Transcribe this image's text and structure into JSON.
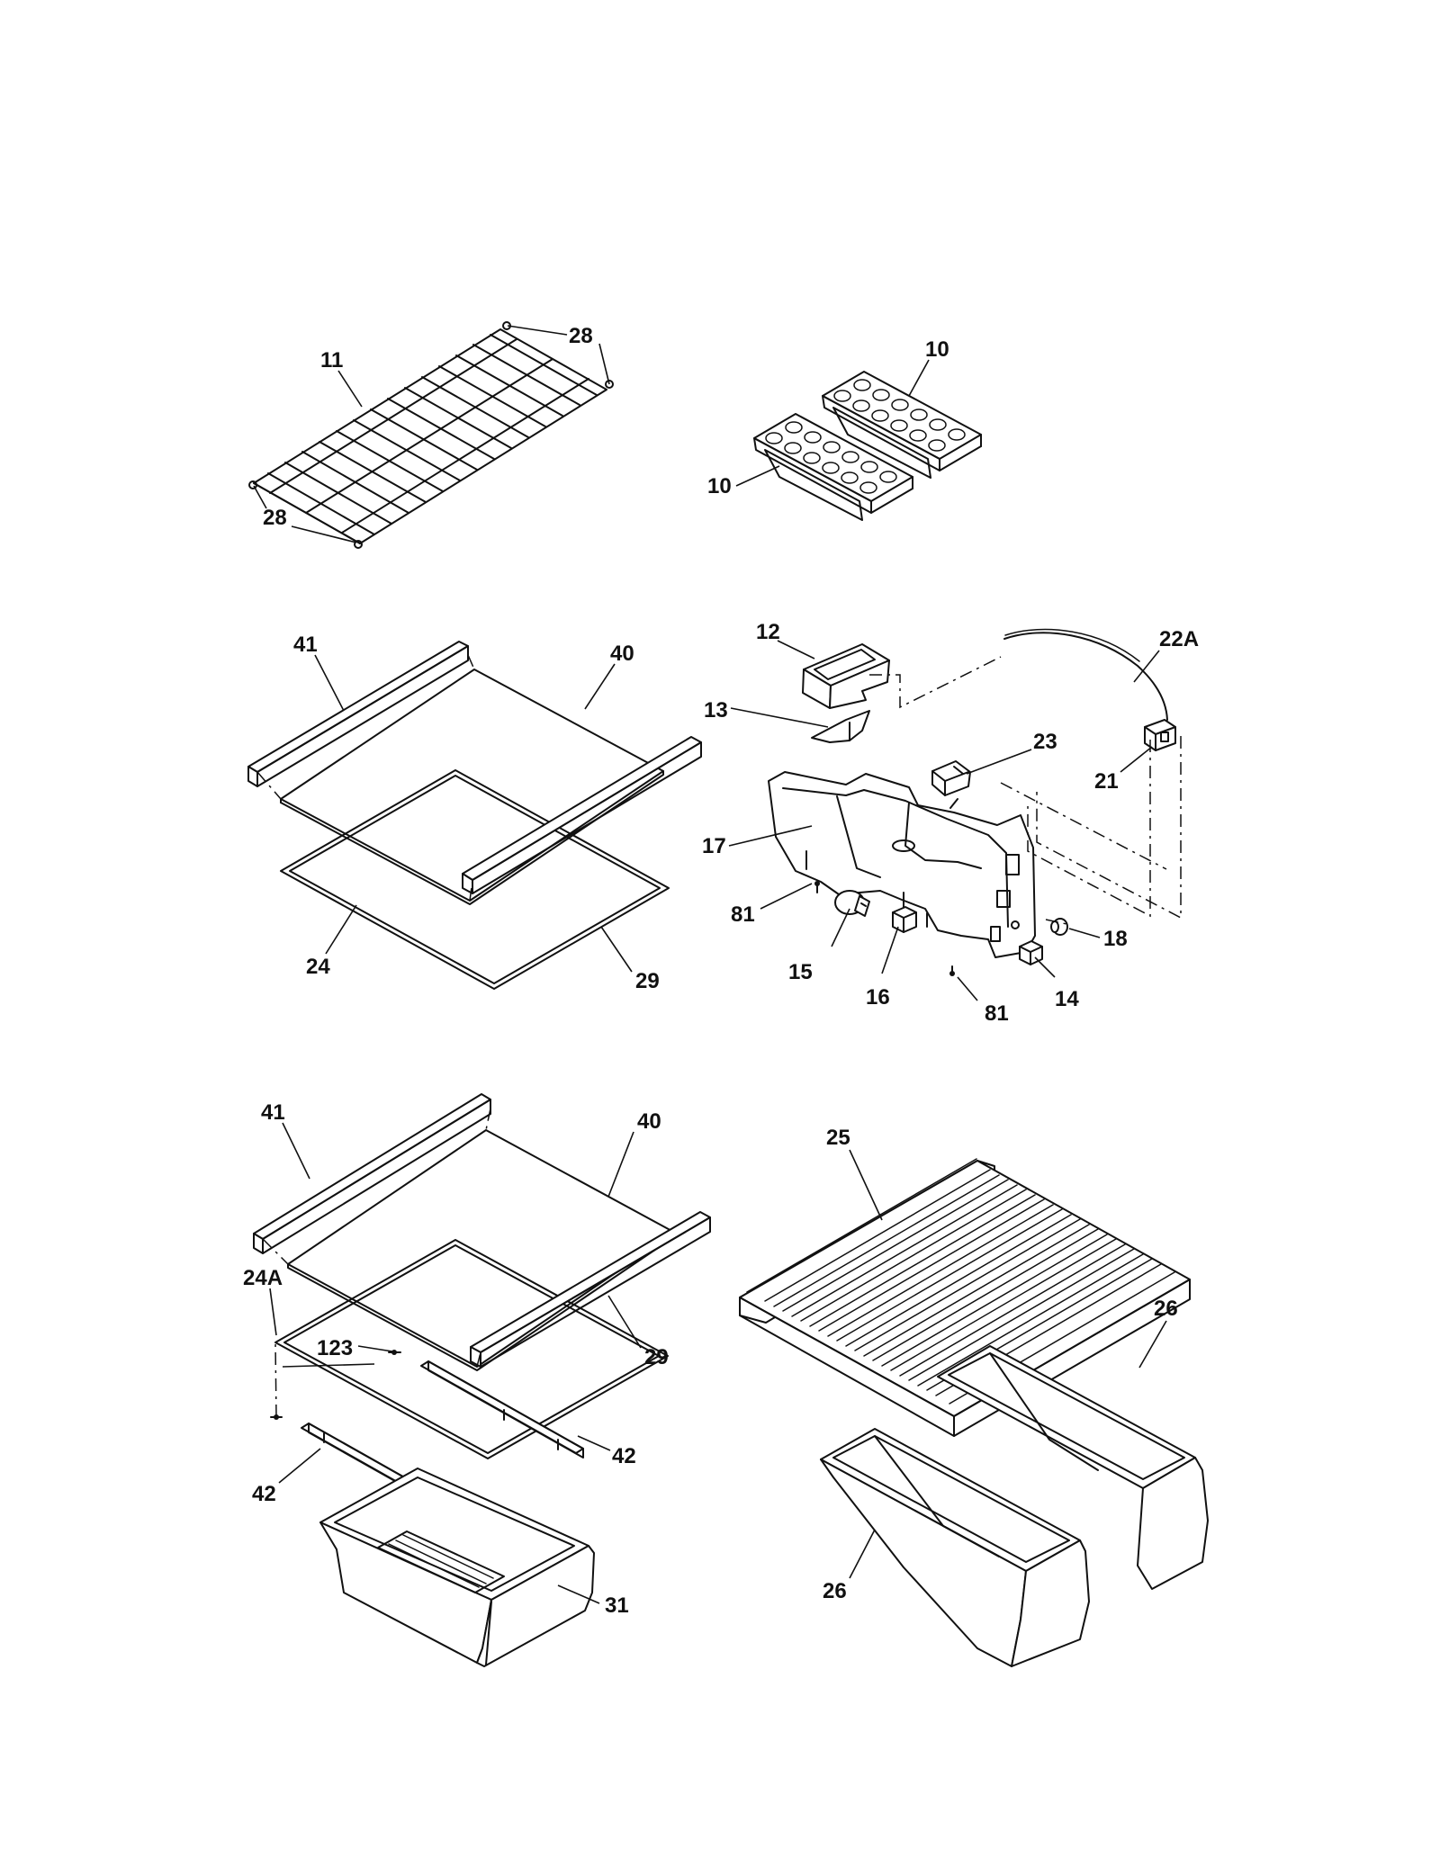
{
  "diagram": {
    "part_labels": {
      "p28a": "28",
      "p11": "11",
      "p28b": "28",
      "p10a": "10",
      "p10b": "10",
      "p41a": "41",
      "p40a": "40",
      "p29a": "29",
      "p24": "24",
      "p12": "12",
      "p22A": "22A",
      "p13": "13",
      "p23": "23",
      "p21": "21",
      "p17": "17",
      "p81a": "81",
      "p18": "18",
      "p15": "15",
      "p16": "16",
      "p81b": "81",
      "p14": "14",
      "p41b": "41",
      "p40b": "40",
      "p25": "25",
      "p24A": "24A",
      "p123": "123",
      "p29b": "29",
      "p26a": "26",
      "p42a": "42",
      "p42b": "42",
      "p31": "31",
      "p26b": "26"
    }
  }
}
